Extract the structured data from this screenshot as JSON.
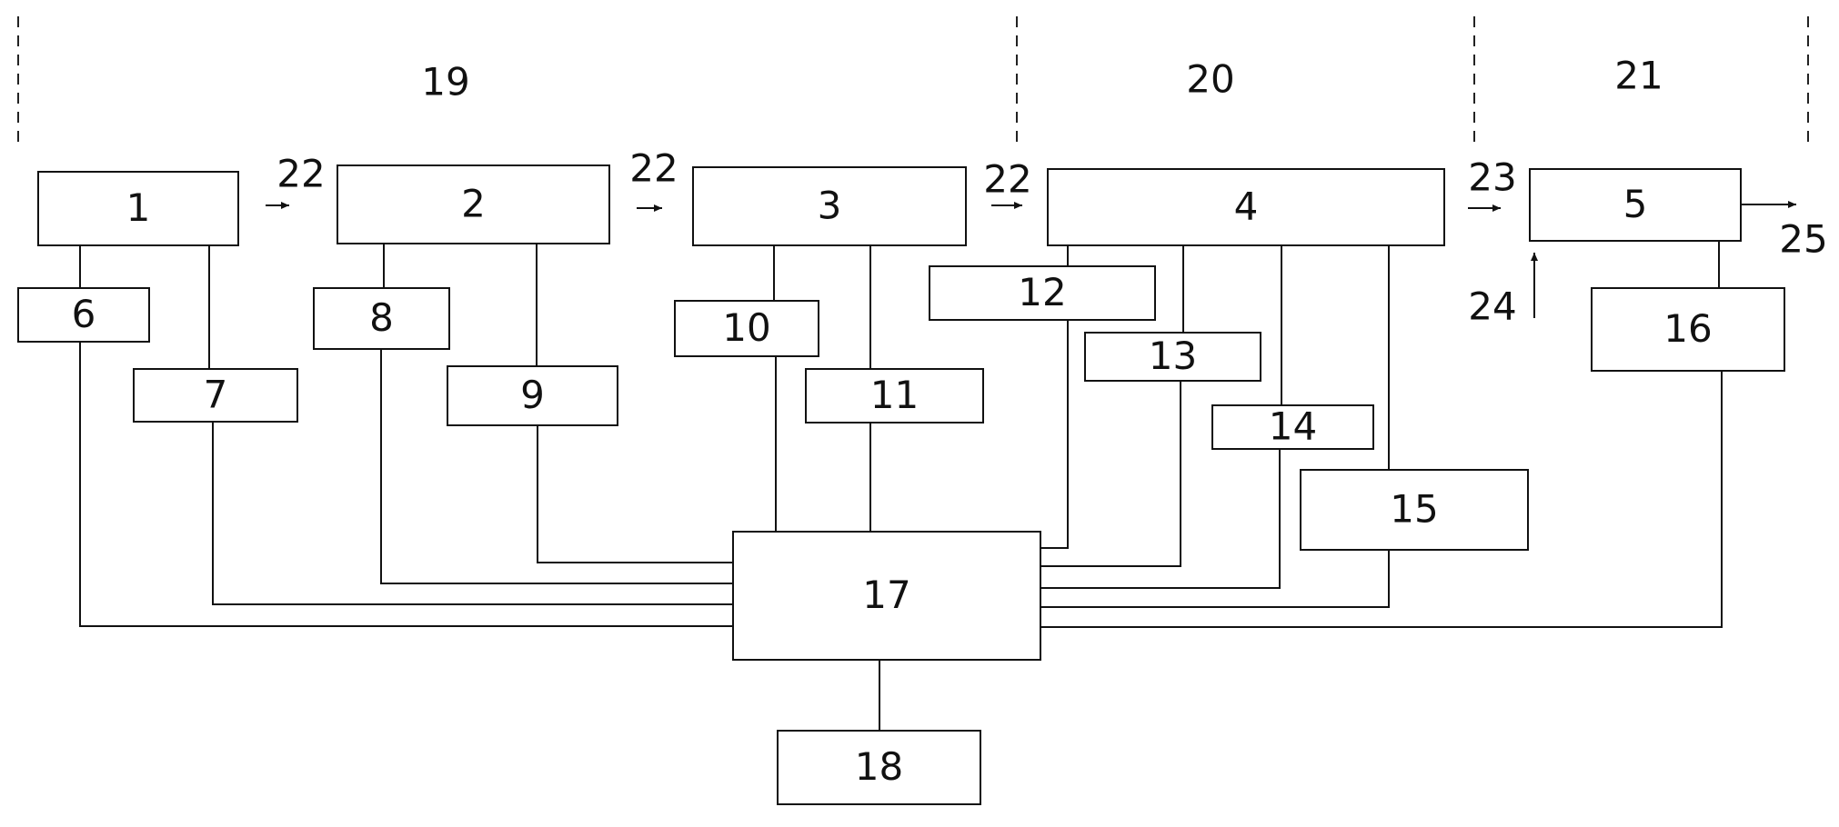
{
  "zones": [
    {
      "id": "zone-19",
      "label": "19"
    },
    {
      "id": "zone-20",
      "label": "20"
    },
    {
      "id": "zone-21",
      "label": "21"
    }
  ],
  "blocks": [
    {
      "id": "1",
      "label": "1"
    },
    {
      "id": "2",
      "label": "2"
    },
    {
      "id": "3",
      "label": "3"
    },
    {
      "id": "4",
      "label": "4"
    },
    {
      "id": "5",
      "label": "5"
    },
    {
      "id": "6",
      "label": "6"
    },
    {
      "id": "7",
      "label": "7"
    },
    {
      "id": "8",
      "label": "8"
    },
    {
      "id": "9",
      "label": "9"
    },
    {
      "id": "10",
      "label": "10"
    },
    {
      "id": "11",
      "label": "11"
    },
    {
      "id": "12",
      "label": "12"
    },
    {
      "id": "13",
      "label": "13"
    },
    {
      "id": "14",
      "label": "14"
    },
    {
      "id": "15",
      "label": "15"
    },
    {
      "id": "16",
      "label": "16"
    },
    {
      "id": "17",
      "label": "17"
    },
    {
      "id": "18",
      "label": "18"
    }
  ],
  "flow_markers": [
    {
      "id": "flow-1-2",
      "label": "22"
    },
    {
      "id": "flow-2-3",
      "label": "22"
    },
    {
      "id": "flow-3-4",
      "label": "22"
    },
    {
      "id": "flow-4-5",
      "label": "23"
    },
    {
      "id": "flow-into-5",
      "label": "24"
    },
    {
      "id": "flow-out-5",
      "label": "25"
    }
  ],
  "connections": [
    [
      "1",
      "6"
    ],
    [
      "1",
      "7"
    ],
    [
      "2",
      "8"
    ],
    [
      "2",
      "9"
    ],
    [
      "3",
      "10"
    ],
    [
      "3",
      "11"
    ],
    [
      "4",
      "12"
    ],
    [
      "4",
      "13"
    ],
    [
      "4",
      "14"
    ],
    [
      "4",
      "15"
    ],
    [
      "5",
      "16"
    ],
    [
      "6",
      "17"
    ],
    [
      "7",
      "17"
    ],
    [
      "8",
      "17"
    ],
    [
      "9",
      "17"
    ],
    [
      "10",
      "17"
    ],
    [
      "11",
      "17"
    ],
    [
      "12",
      "17"
    ],
    [
      "13",
      "17"
    ],
    [
      "14",
      "17"
    ],
    [
      "15",
      "17"
    ],
    [
      "16",
      "17"
    ],
    [
      "17",
      "18"
    ]
  ]
}
